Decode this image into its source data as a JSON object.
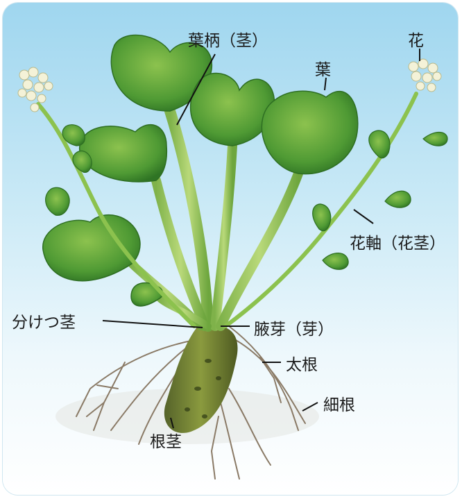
{
  "labels": {
    "petiole": "葉柄（茎）",
    "leaf": "葉",
    "flower": "花",
    "peduncle": "花軸（花茎）",
    "tiller_stem": "分けつ茎",
    "axillary_bud": "腋芽（芽）",
    "taproot": "太根",
    "fine_root": "細根",
    "rhizome": "根茎"
  },
  "colors": {
    "leaf_dark": "#3f8a2c",
    "leaf_light": "#8cc24e",
    "stem": "#9cc65a",
    "rhizome": "#6b7a2e",
    "root": "#8a7a66",
    "flower": "#f4f2d8",
    "background_top": "#9fd6ef"
  }
}
